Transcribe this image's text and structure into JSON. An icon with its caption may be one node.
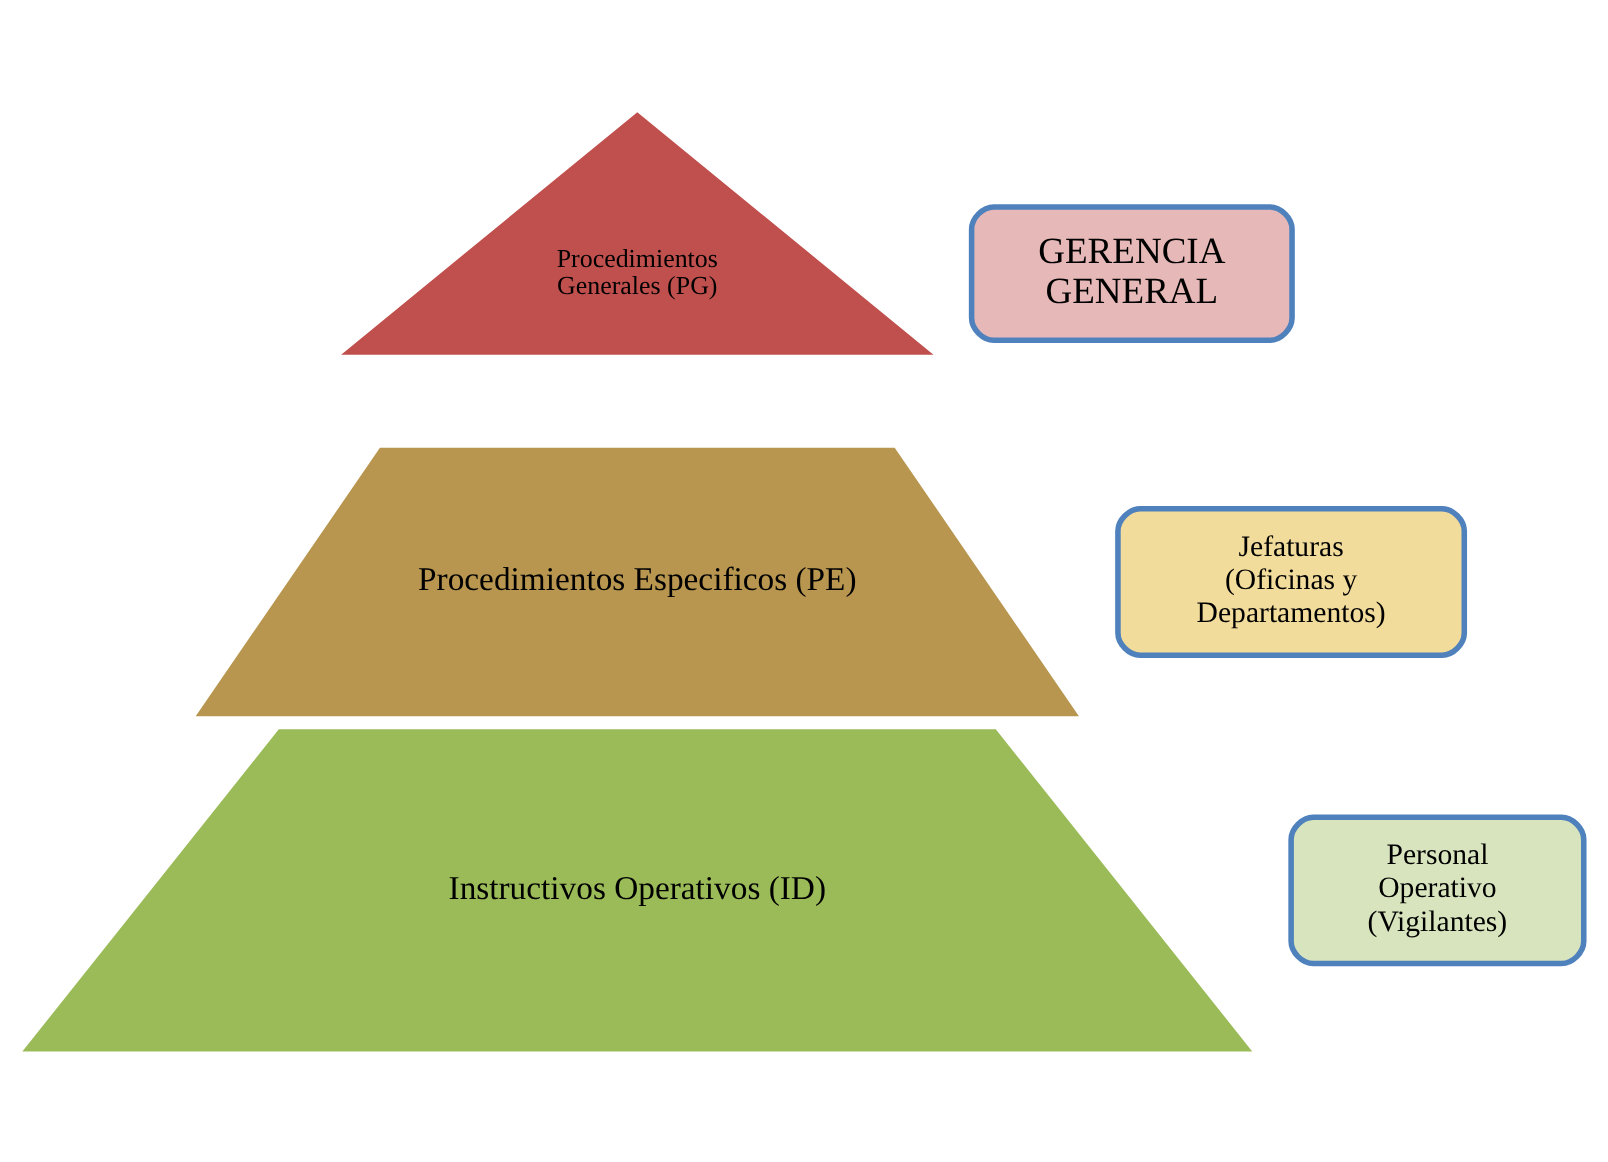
{
  "diagram": {
    "nodes": [
      {
        "text": [
          "Procedimientos Generales (PG)"
        ]
      },
      {
        "text": [
          "Procedimientos Especificos (PE)"
        ]
      },
      {
        "text": [
          "Instructivos Operativos (ID)"
        ]
      },
      {
        "text": [
          "GERENCIA GENERAL"
        ]
      },
      {
        "text": [
          "Jefaturas (Oficinas y Departamentos)"
        ]
      },
      {
        "text": [
          "Personal Operativo (Vigilantes)"
        ]
      }
    ]
  }
}
